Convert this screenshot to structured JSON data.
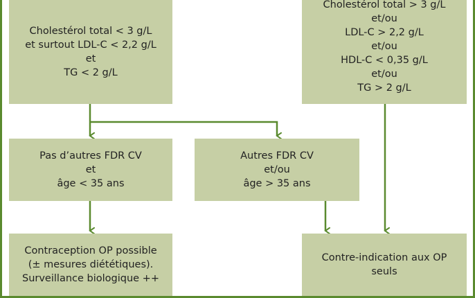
{
  "boxes": {
    "top_left": {
      "lines": [
        "Cholestérol total < 3 g/L",
        "et surtout LDL-C < 2,2 g/L",
        "et",
        "TG < 2 g/L"
      ]
    },
    "top_right": {
      "lines": [
        "Cholestérol total > 3 g/L",
        "et/ou",
        "LDL-C > 2,2 g/L",
        "et/ou",
        "HDL-C < 0,35 g/L",
        "et/ou",
        "TG > 2 g/L"
      ]
    },
    "mid_left": {
      "lines": [
        "Pas d’autres FDR CV",
        "et",
        "âge < 35 ans"
      ]
    },
    "mid_center": {
      "lines": [
        "Autres FDR CV",
        "et/ou",
        "âge > 35 ans"
      ]
    },
    "bottom_left": {
      "lines": [
        "Contraception OP possible",
        "(± mesures diététiques).",
        "Surveillance biologique ++"
      ]
    },
    "bottom_right": {
      "lines": [
        "Contre-indication aux OP",
        "seuls"
      ]
    }
  },
  "colors": {
    "box_fill": "#c6cfa5",
    "arrow": "#5a8a2e",
    "frame": "#5a8a2e"
  }
}
